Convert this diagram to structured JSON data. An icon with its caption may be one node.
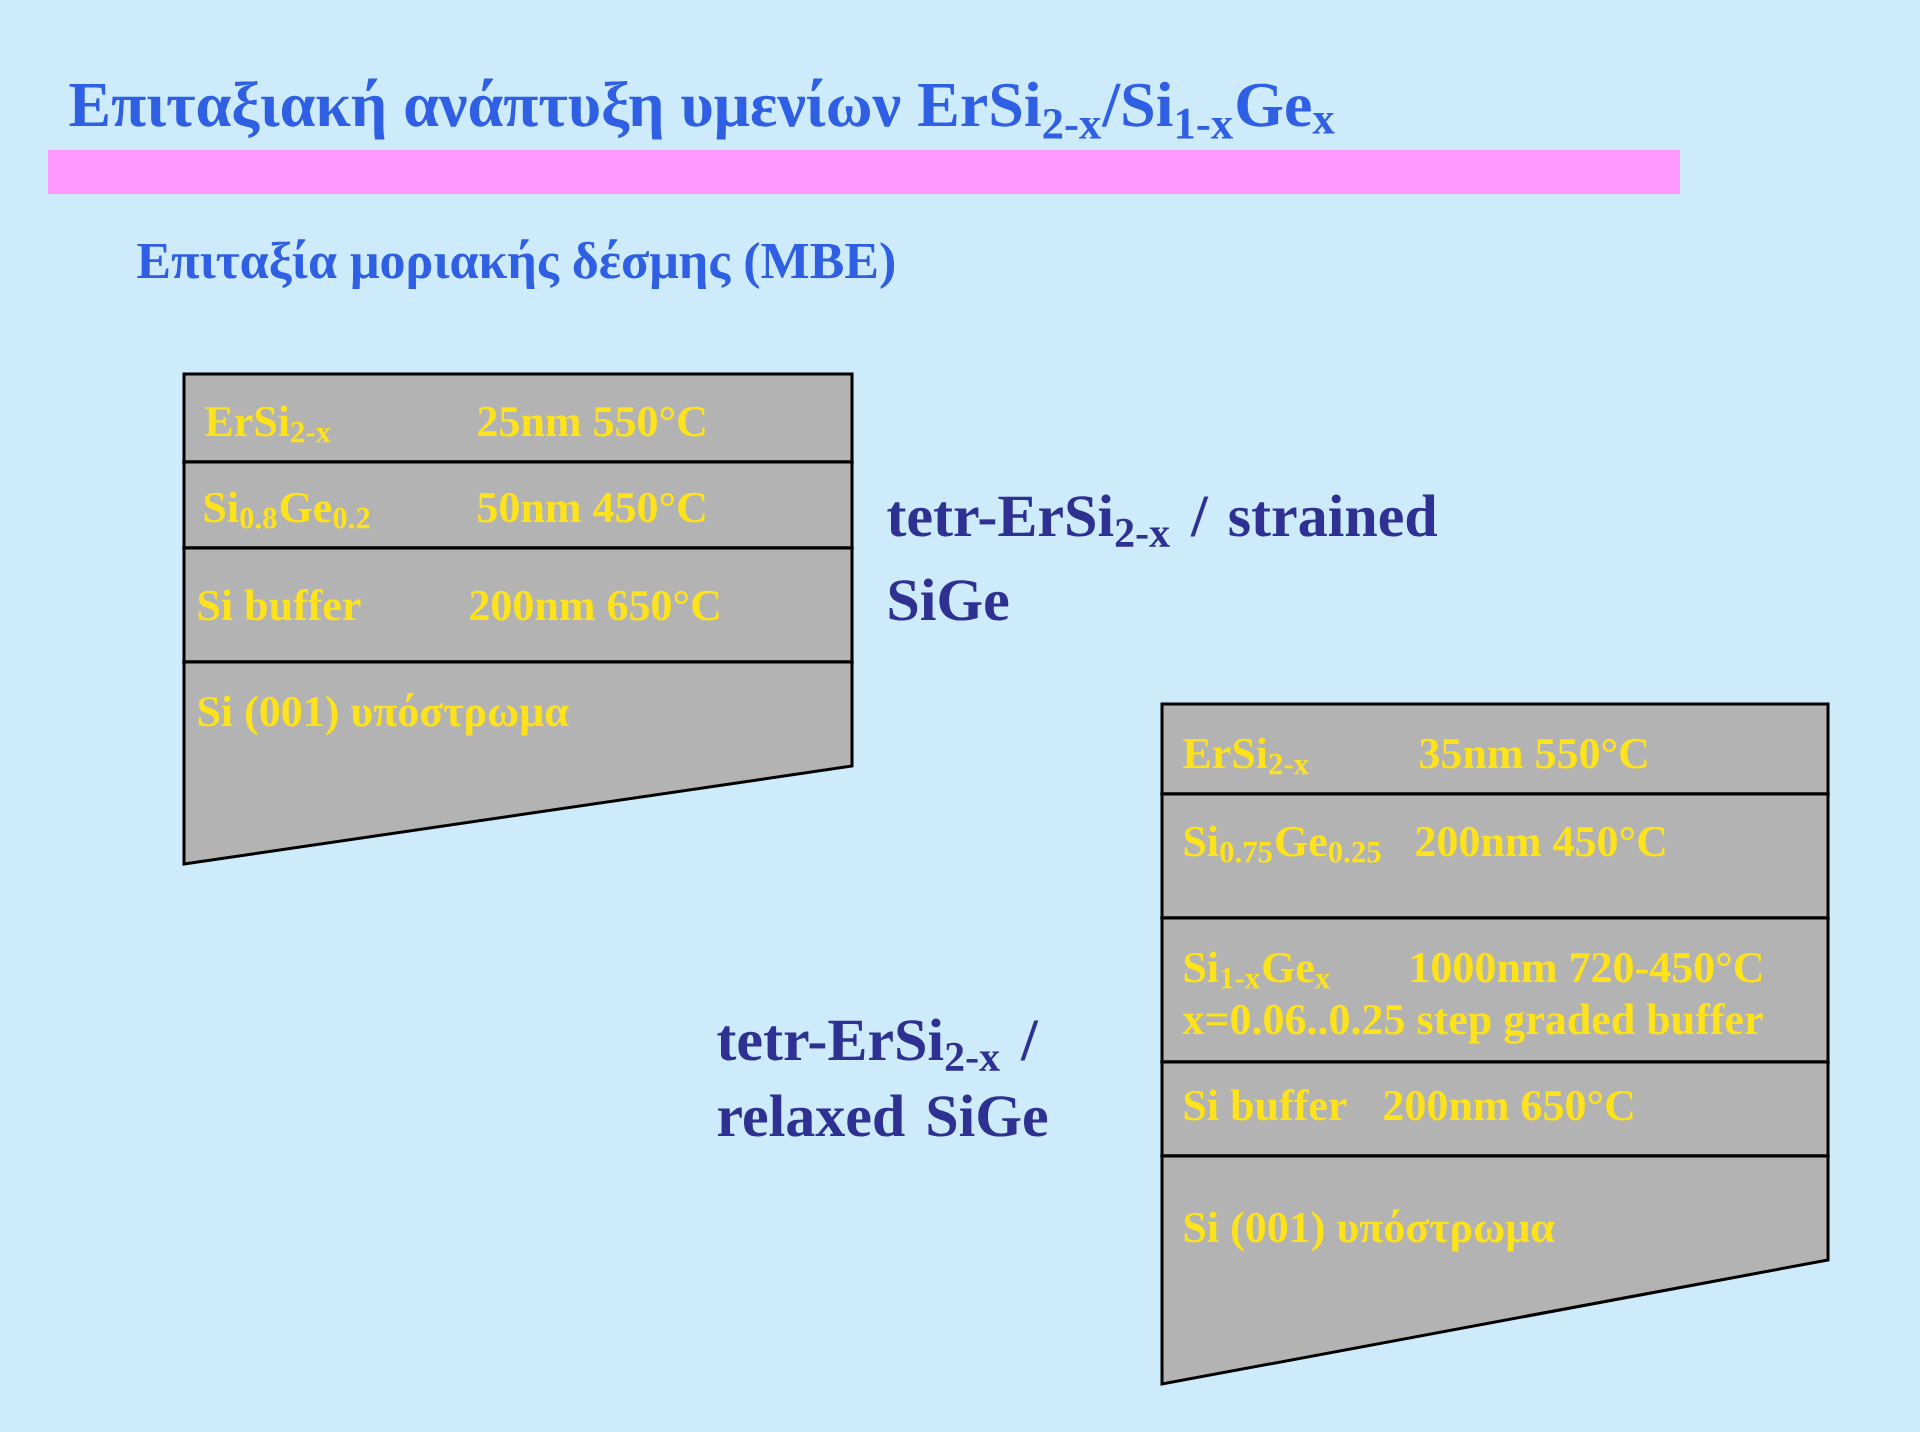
{
  "diagram": {
    "title": "Επιταξιακή ανάπτυξη υμενίων ErSi$_{2-x}$/Si$_{1-x}$Ge$_{x}$",
    "nodes": [
      {
        "text": [
          "ErSi$_{2-x}$",
          "25nm 550°C"
        ]
      },
      {
        "text": [
          "Si$_{0.8}$Ge$_{0.2}$",
          "50nm 450°C"
        ]
      },
      {
        "text": [
          "Si buffer",
          "200nm 650°C"
        ]
      },
      {
        "text": [
          "Si (001) υπόστρωμα"
        ]
      },
      {
        "text": [
          "ErSi$_{2-x}$",
          "35nm 550°C"
        ]
      },
      {
        "text": [
          "Si$_{0.75}$Ge$_{0.25}$",
          "200nm 450°C"
        ]
      },
      {
        "text": [
          "Si$_{1-x}$Ge$_{x}$",
          "1000nm 720-450°C",
          "x=0.06..0.25 step graded buffer"
        ]
      },
      {
        "text": [
          "Si buffer",
          "200nm 650°C"
        ]
      },
      {
        "text": [
          "Si (001) υπόστρωμα"
        ]
      }
    ],
    "labels": [
      "Επιταξία μοριακής δέσμης (MBE)",
      "tetr-ErSi$_{2-x}$ / strained SiGe",
      "tetr-ErSi$_{2-x}$ / relaxed SiGe"
    ]
  }
}
